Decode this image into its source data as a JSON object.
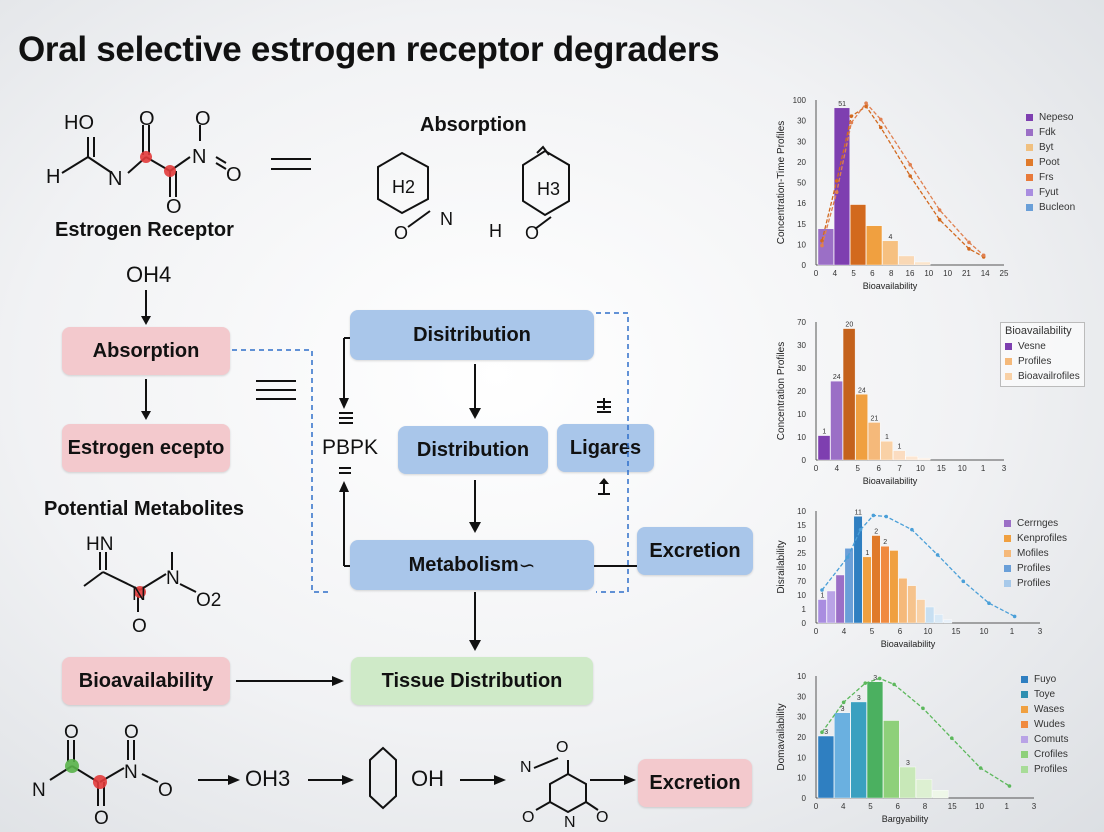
{
  "title": "Oral selective estrogen receptor degraders",
  "colors": {
    "pink": "#f3c9cd",
    "blue": "#a9c6ea",
    "green": "#cfeac8",
    "dash": "#2f6fc9"
  },
  "molecules": {
    "m1": {
      "ho": "HO",
      "h": "H",
      "n": "N",
      "o1": "O",
      "o2": "O",
      "o3": "O",
      "o4": "O",
      "n2": "N"
    },
    "m1_label": "Estrogen Receptor",
    "absorption_heading": "Absorption",
    "m2": {
      "h2": "H2",
      "n": "N",
      "o": "O"
    },
    "m3": {
      "h3": "H3",
      "h": "H",
      "o": "O"
    },
    "oh4": "OH4",
    "metabolites_label": "Potential Metabolites",
    "m4": {
      "hn": "HN",
      "n1": "N",
      "n2": "N",
      "o2sub": "O2",
      "o": "O"
    },
    "m5": {
      "n": "N",
      "o1": "O",
      "o2": "O",
      "n2": "N",
      "o3": "O",
      "o4": "O"
    },
    "oh3": "OH3",
    "oh": "OH",
    "m6": {
      "n": "N",
      "o": "O",
      "ring_n": "N",
      "o1": "O",
      "o2": "O"
    }
  },
  "flow": {
    "absorption": "Absorption",
    "estrogen": "Estrogen ecepto",
    "bioavailability": "Bioavailability",
    "distribution_top": "Disitribution",
    "distribution_mid": "Distribution",
    "ligares": "Ligares",
    "metabolism": "Metabolism",
    "excretion_right": "Excretion",
    "tissue": "Tissue Distribution",
    "excretion_bottom": "Excretion",
    "pbpk": "PBPK"
  },
  "chart_data": [
    {
      "type": "bar",
      "ylabel": "Concentration-Time Profiles",
      "xlabel": "Bioavailability",
      "yticks": [
        "100",
        "30",
        "30",
        "20",
        "50",
        "16",
        "15",
        "10",
        "0"
      ],
      "xticks": [
        "0",
        "4",
        "5",
        "6",
        "8",
        "16",
        "10",
        "10",
        "21",
        "14",
        "25"
      ],
      "values": [
        12,
        52,
        20,
        13,
        8,
        3,
        1
      ],
      "bar_labels": [
        "",
        "51",
        "",
        "",
        "4",
        "",
        ""
      ],
      "colors": [
        "#9b6fc6",
        "#7e3fb0",
        "#d2691e",
        "#f0a040",
        "#f6c080",
        "#f9d8b5",
        "#fbe5cc"
      ],
      "series": [
        {
          "name": "Nepeso",
          "color": "#7e3fb0"
        },
        {
          "name": "Fdk",
          "color": "#9b6fc6"
        },
        {
          "name": "Byt",
          "color": "#f0c080"
        },
        {
          "name": "Poot",
          "color": "#e07a2a"
        },
        {
          "name": "Frs",
          "color": "#e87a3a"
        },
        {
          "name": "Fyut",
          "color": "#a98de0"
        },
        {
          "name": "Bucleon",
          "color": "#6a9fd8"
        }
      ],
      "curves": [
        {
          "color": "#d2691e",
          "points": [
            [
              0,
              15
            ],
            [
              1,
              52
            ],
            [
              2,
              92
            ],
            [
              3,
              98
            ],
            [
              4,
              85
            ],
            [
              6,
              55
            ],
            [
              8,
              28
            ],
            [
              10,
              10
            ],
            [
              11,
              5
            ]
          ]
        },
        {
          "color": "#e08050",
          "points": [
            [
              0,
              12
            ],
            [
              1,
              45
            ],
            [
              2,
              88
            ],
            [
              3,
              100
            ],
            [
              4,
              90
            ],
            [
              6,
              62
            ],
            [
              8,
              34
            ],
            [
              10,
              14
            ],
            [
              11,
              6
            ]
          ]
        }
      ]
    },
    {
      "type": "bar",
      "ylabel": "Concentration Profiles",
      "xlabel": "Bioavailability",
      "yticks": [
        "70",
        "30",
        "30",
        "20",
        "10",
        "10",
        "0"
      ],
      "xticks": [
        "0",
        "4",
        "5",
        "6",
        "7",
        "10",
        "15",
        "10",
        "1",
        "3"
      ],
      "values": [
        13,
        42,
        70,
        35,
        20,
        10,
        5,
        2,
        1
      ],
      "bar_labels": [
        "1",
        "24",
        "20",
        "24",
        "21",
        "1",
        "1",
        "",
        ""
      ],
      "colors": [
        "#7e3fb0",
        "#9b6fc6",
        "#c4621c",
        "#f0a040",
        "#f5b97a",
        "#f9d1a6",
        "#fbdcc0",
        "#fce6d2",
        "#fdefe2"
      ],
      "legend_title": "Bioavailability",
      "series": [
        {
          "name": "Vesne",
          "color": "#7e3fb0"
        },
        {
          "name": "Profiles",
          "color": "#f5b97a"
        },
        {
          "name": "Bioavailrofiles",
          "color": "#f9d1a6"
        }
      ]
    },
    {
      "type": "bar",
      "ylabel": "Disrailability",
      "xlabel": "Bioavailability",
      "yticks": [
        "10",
        "15",
        "10",
        "25",
        "10",
        "70",
        "10",
        "1",
        "0"
      ],
      "xticks": [
        "0",
        "4",
        "5",
        "6",
        "10",
        "15",
        "10",
        "1",
        "3"
      ],
      "values": [
        22,
        30,
        45,
        70,
        100,
        62,
        82,
        72,
        68,
        42,
        35,
        22,
        15,
        8,
        3
      ],
      "bar_labels": [
        "1",
        "",
        "",
        "",
        "11",
        "1",
        "2",
        "2",
        "",
        "",
        "",
        "",
        "",
        "",
        ""
      ],
      "colors": [
        "#a98de0",
        "#b9a3e6",
        "#9b6fc6",
        "#6a9fd8",
        "#2f7fc1",
        "#f0a040",
        "#e07a2a",
        "#f08a40",
        "#f0a040",
        "#f5b97a",
        "#f6c38c",
        "#f9d1a6",
        "#c7dff2",
        "#d9e9f6",
        "#e8f1fa"
      ],
      "series": [
        {
          "name": "Cerrnges",
          "color": "#9b6fc6"
        },
        {
          "name": "Kenprofiles",
          "color": "#f0a040"
        },
        {
          "name": "Mofiles",
          "color": "#f5b97a"
        },
        {
          "name": "Profiles",
          "color": "#6a9fd8"
        },
        {
          "name": "Profiles",
          "color": "#a7c9ea"
        }
      ],
      "curves": [
        {
          "color": "#4a9fd8",
          "points": [
            [
              0,
              30
            ],
            [
              2,
              60
            ],
            [
              3,
              85
            ],
            [
              4,
              98
            ],
            [
              5,
              97
            ],
            [
              7,
              85
            ],
            [
              9,
              62
            ],
            [
              11,
              38
            ],
            [
              13,
              18
            ],
            [
              15,
              6
            ]
          ]
        }
      ]
    },
    {
      "type": "bar",
      "ylabel": "Domavailability",
      "xlabel": "Bargyability",
      "yticks": [
        "10",
        "30",
        "30",
        "20",
        "10",
        "10",
        "0"
      ],
      "xticks": [
        "0",
        "4",
        "5",
        "6",
        "8",
        "15",
        "10",
        "1",
        "3"
      ],
      "values": [
        40,
        55,
        62,
        75,
        50,
        20,
        12,
        5
      ],
      "bar_labels": [
        "3",
        "3",
        "3",
        "3",
        "",
        "3",
        "",
        ""
      ],
      "colors": [
        "#2f7fc1",
        "#6ab0e0",
        "#3aa0c0",
        "#4bb060",
        "#8ed07a",
        "#c8e8b8",
        "#ddf0d2",
        "#eef7e8"
      ],
      "series": [
        {
          "name": "Fuyo",
          "color": "#2f7fc1"
        },
        {
          "name": "Toye",
          "color": "#2f8fb0"
        },
        {
          "name": "Wases",
          "color": "#f0a040"
        },
        {
          "name": "Wudes",
          "color": "#f08a40"
        },
        {
          "name": "Comuts",
          "color": "#b9a3e6"
        },
        {
          "name": "Crofiles",
          "color": "#8ed07a"
        },
        {
          "name": "Profiles",
          "color": "#a8dc98"
        }
      ],
      "curves": [
        {
          "color": "#5cb85c",
          "points": [
            [
              0,
              55
            ],
            [
              1.5,
              80
            ],
            [
              3,
              96
            ],
            [
              4,
              100
            ],
            [
              5,
              95
            ],
            [
              7,
              75
            ],
            [
              9,
              50
            ],
            [
              11,
              25
            ],
            [
              13,
              10
            ]
          ]
        }
      ]
    }
  ]
}
